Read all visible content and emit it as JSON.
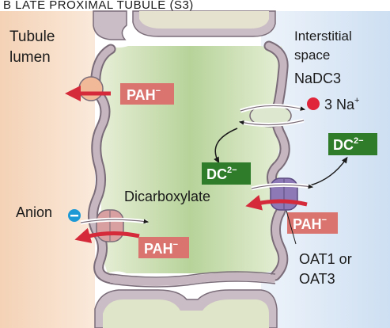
{
  "title": "B   LATE PROXIMAL TUBULE (S3)",
  "regions": {
    "lumen_line1": "Tubule",
    "lumen_line2": "lumen",
    "interstitium_line1": "Interstitial",
    "interstitium_line2": "space"
  },
  "transporters": {
    "nadc3": "NaDC3",
    "oat_line1": "OAT1 or",
    "oat_line2": "OAT3"
  },
  "labels": {
    "dicarboxylate": "Dicarboxylate",
    "anion": "Anion"
  },
  "ions": {
    "sodium": "3 Na",
    "sodium_sup": "+"
  },
  "substrates": {
    "pah": "PAH",
    "pah_sup": "−",
    "dc": "DC",
    "dc_sup": "2−"
  },
  "colors": {
    "lumen_bg": "#f6dcc4",
    "cell_bg": "#cfe0b4",
    "interstitium_bg": "#d8e6f4",
    "membrane": "#c2b2ba",
    "membrane_edge": "#7a6c78",
    "pah_box": "#d9756e",
    "dc_box": "#2f7d2a",
    "red_arrow": "#d42a3a",
    "sodium": "#e0243a",
    "anion": "#1d9ad6"
  }
}
